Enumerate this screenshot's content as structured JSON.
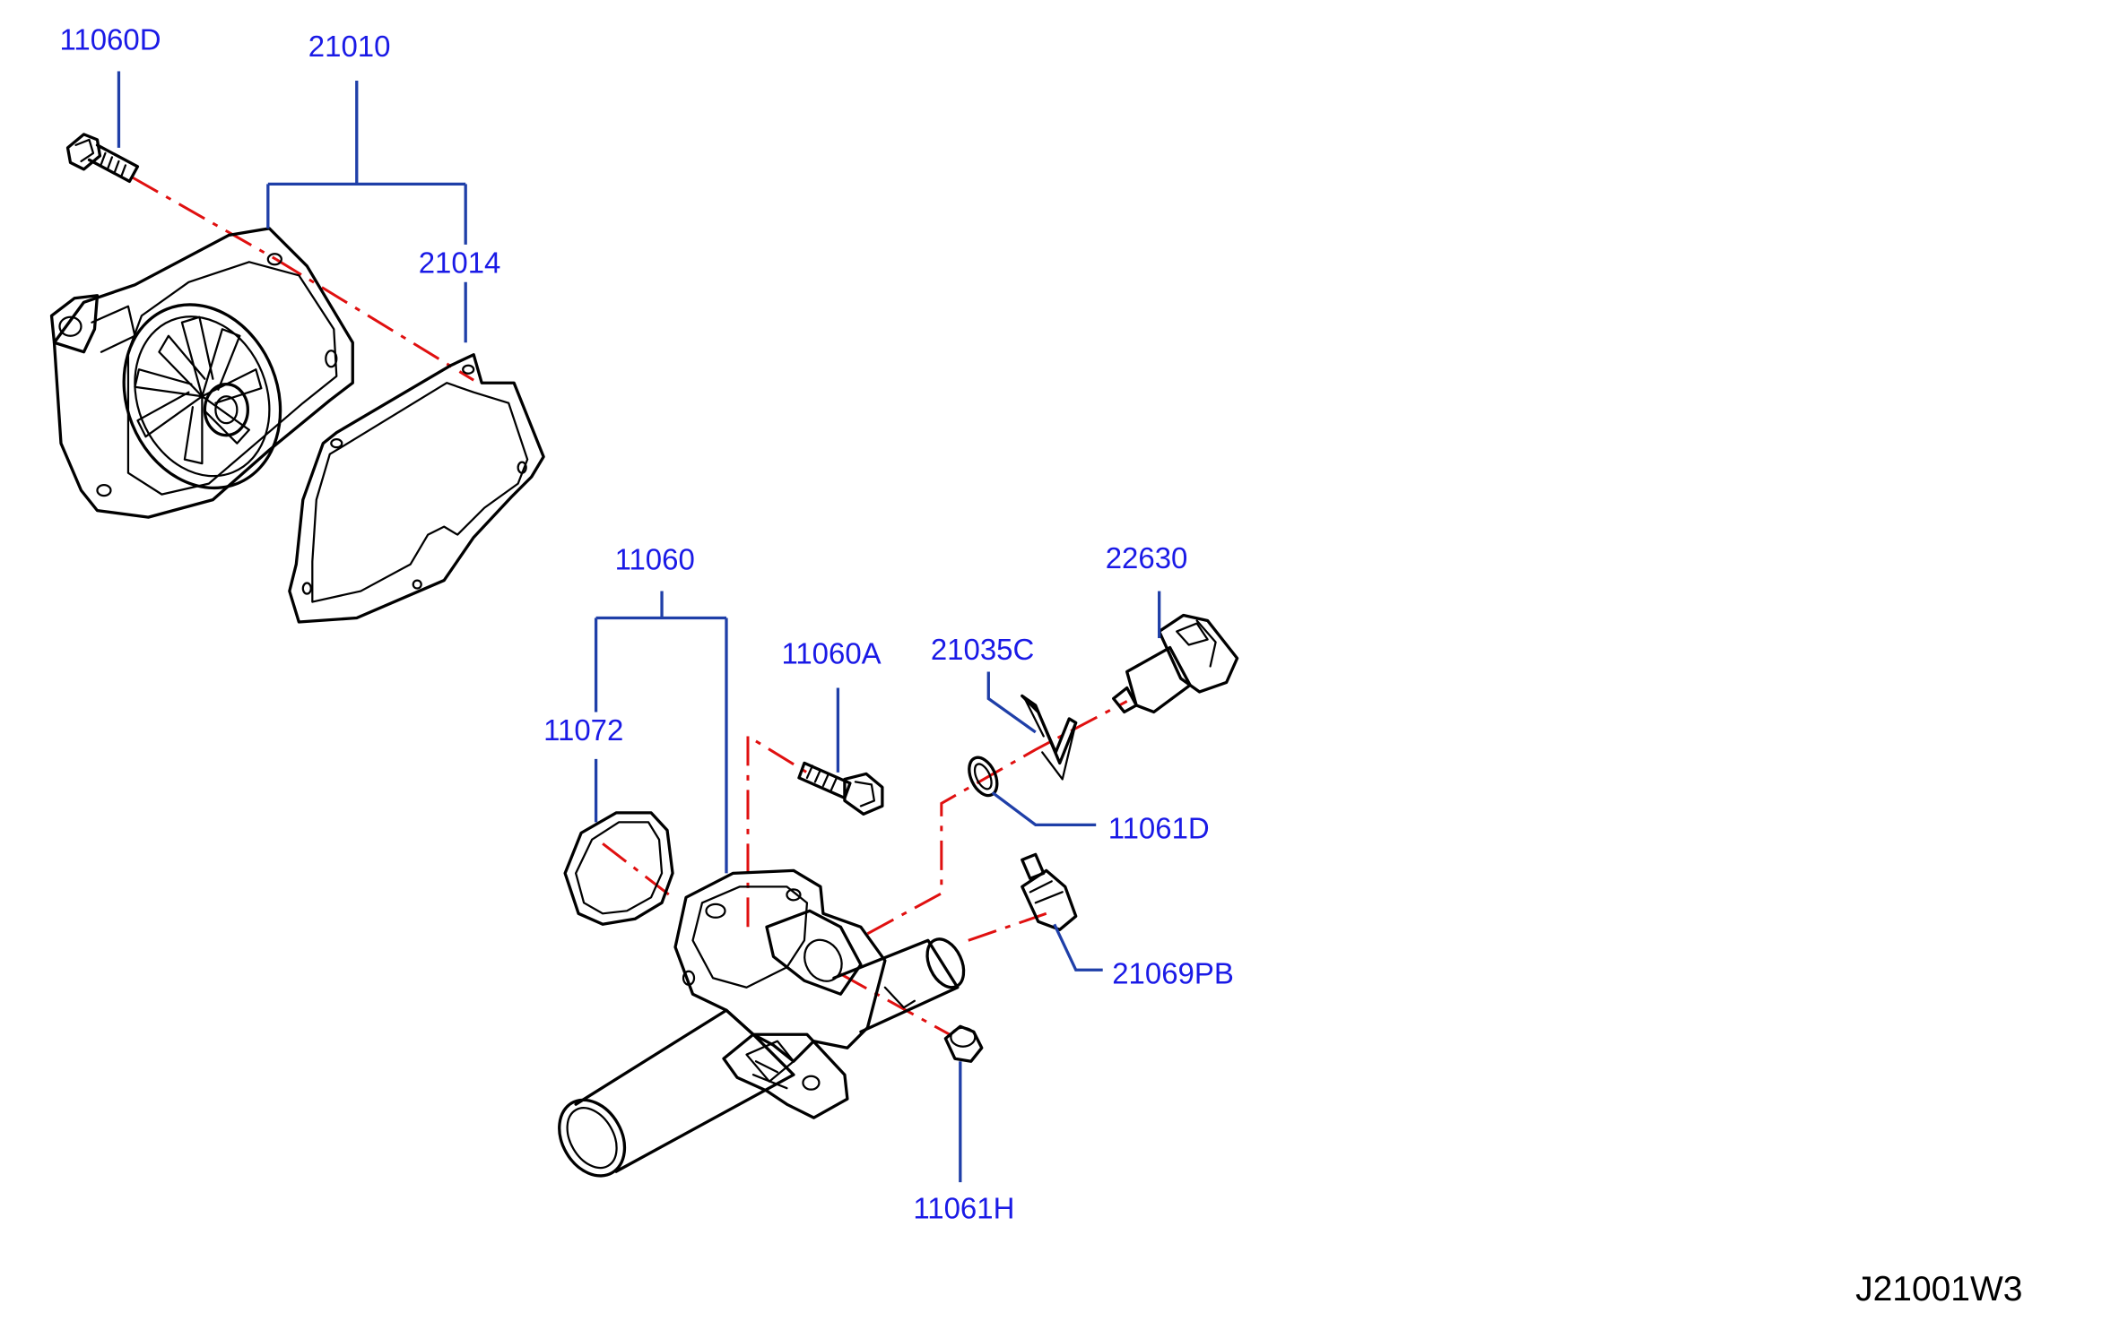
{
  "diagram_id": "J21001W3",
  "colors": {
    "callout_text": "#1a1ae6",
    "leader_line": "#1f3fa8",
    "center_line": "#e01010",
    "part_outline": "#000000"
  },
  "callouts": {
    "p11060D": "11060D",
    "p21010": "21010",
    "p21014": "21014",
    "p11060": "11060",
    "p11072": "11072",
    "p11060A": "11060A",
    "p21035C": "21035C",
    "p22630": "22630",
    "p11061D": "11061D",
    "p21069PB": "21069PB",
    "p11061H": "11061H"
  }
}
